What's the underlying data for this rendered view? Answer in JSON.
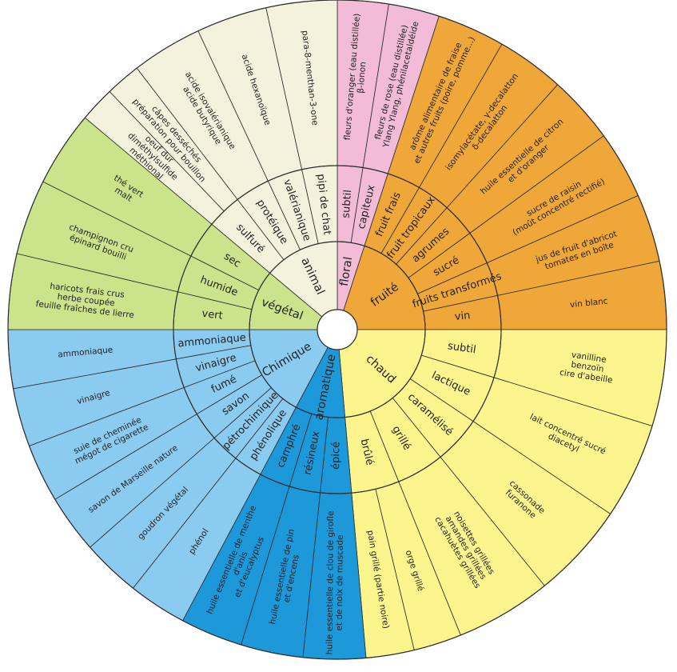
{
  "colors": {
    "floral": "#f2bcd8",
    "fruite": "#efa73a",
    "chaud": "#fcf48c",
    "aromatique": "#1d98d8",
    "chimique": "#8ccbf0",
    "vegetal": "#cbe48c",
    "animal": "#f3f2dc"
  },
  "families": [
    {
      "label": "floral",
      "key": "floral",
      "subs": [
        {
          "label": "subtil",
          "items": [
            [
              "fleurs d'oranger (eau distillée)",
              "β-ionon"
            ]
          ]
        },
        {
          "label": "capiteux",
          "items": [
            [
              "fleurs de rose (eau distillée)",
              "Ylang Ylang, phénilacetaldéide"
            ]
          ]
        }
      ]
    },
    {
      "label": "fruité",
      "key": "fruite",
      "subs": [
        {
          "label": "fruit frais",
          "items": [
            [
              "arôme alimentaire de fraise",
              "et autres fruits (poire, pomme...)"
            ]
          ]
        },
        {
          "label": "fruit tropicaux",
          "items": [
            [
              "isomylacétate, γ-decalatton",
              "δ-decalatton"
            ]
          ]
        },
        {
          "label": "agrumes",
          "items": [
            [
              "huile essentielle de citron",
              "et d'oranger"
            ]
          ]
        },
        {
          "label": "sucré",
          "items": [
            [
              "sucre de raisin",
              "(moût concentré rectifié)"
            ]
          ]
        },
        {
          "label": "fruits transformés",
          "items": [
            [
              "jus de fruit d'abricot",
              "tomates en boîte"
            ]
          ]
        },
        {
          "label": "vin",
          "items": [
            [
              "vin blanc"
            ]
          ]
        }
      ]
    },
    {
      "label": "chaud",
      "key": "chaud",
      "subs": [
        {
          "label": "subtil",
          "items": [
            [
              "vanilline",
              "benzoïn",
              "cire d'abeille"
            ]
          ]
        },
        {
          "label": "lactique",
          "items": [
            [
              "lait concentré sucré",
              "diacetyl"
            ]
          ]
        },
        {
          "label": "caramélisé",
          "items": [
            [
              "cassonade",
              "furanone"
            ]
          ]
        },
        {
          "label": "grillé",
          "items": [
            [
              "noisettes grillées",
              "amandes grillées",
              "cacahuètes grillées"
            ]
          ]
        },
        {
          "label": "brûlé",
          "items": [
            [
              "orge grillé"
            ],
            [
              "pain grillé (partie noire)"
            ]
          ]
        }
      ]
    },
    {
      "label": "aromatique",
      "key": "aromatique",
      "subs": [
        {
          "label": "épicé",
          "items": [
            [
              "huile essentielle de clou de girofle",
              "et de noix de muscade"
            ]
          ]
        },
        {
          "label": "résineux",
          "items": [
            [
              "huile essentielle de pin",
              "et d'encens"
            ]
          ]
        },
        {
          "label": "camphré",
          "items": [
            [
              "huile essentielle de menthe",
              "d'anis",
              "et d'eucalyptus"
            ]
          ]
        }
      ]
    },
    {
      "label": "Chimique",
      "key": "chimique",
      "subs": [
        {
          "label": "phénolique",
          "items": [
            [
              "phénol"
            ]
          ]
        },
        {
          "label": "pétrochimique",
          "items": [
            [
              "goudron végétal"
            ]
          ]
        },
        {
          "label": "savon",
          "items": [
            [
              "savon de Marseille nature"
            ]
          ]
        },
        {
          "label": "fumé",
          "items": [
            [
              "suie de cheminée",
              "mégot de cigarette"
            ]
          ]
        },
        {
          "label": "vinaigre",
          "items": [
            [
              "vinaigre"
            ]
          ]
        },
        {
          "label": "ammoniaque",
          "items": [
            [
              "ammoniaque"
            ]
          ]
        }
      ]
    },
    {
      "label": "végétal",
      "key": "vegetal",
      "subs": [
        {
          "label": "vert",
          "items": [
            [
              "haricots frais crus",
              "herbe coupée",
              "feuille fraîches de lierre"
            ]
          ]
        },
        {
          "label": "humide",
          "items": [
            [
              "champignon cru",
              "épinard bouilli"
            ]
          ]
        },
        {
          "label": "sec",
          "items": [
            [
              "thé vert",
              "malt"
            ]
          ]
        }
      ]
    },
    {
      "label": "animal",
      "key": "animal",
      "subs": [
        {
          "label": "sulfuré",
          "items": [
            [
              "oeuf dur",
              "diméthylsulfide",
              "méthional"
            ],
            [
              "câpes desséchés",
              "préparation pour bouillon"
            ]
          ]
        },
        {
          "label": "protéique",
          "items": [
            [
              "acide isovalérianique",
              "acide butyrique"
            ]
          ]
        },
        {
          "label": "valérianique",
          "items": [
            [
              "acide hexanoïque"
            ]
          ]
        },
        {
          "label": "pipi de chat",
          "items": [
            [
              "para-8-menthan-3-one"
            ]
          ]
        }
      ]
    }
  ]
}
